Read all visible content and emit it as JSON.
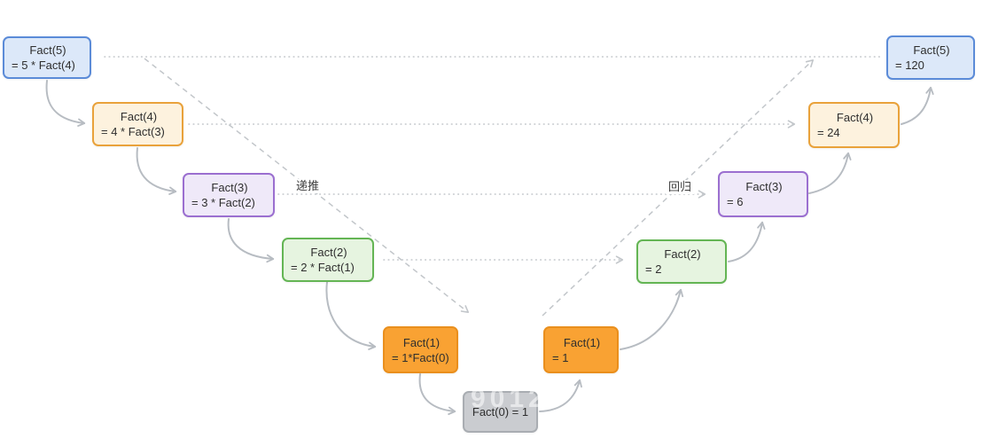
{
  "diagram": {
    "direction_labels": {
      "recurse": "递推",
      "return": "回归"
    },
    "watermark": "9012",
    "nodes": [
      {
        "id": "call-fact5",
        "line1": "Fact(5)",
        "line2": "= 5 * Fact(4)",
        "variant": "blue"
      },
      {
        "id": "call-fact4",
        "line1": "Fact(4)",
        "line2": "= 4 * Fact(3)",
        "variant": "orange-light"
      },
      {
        "id": "call-fact3",
        "line1": "Fact(3)",
        "line2": "= 3 * Fact(2)",
        "variant": "purple"
      },
      {
        "id": "call-fact2",
        "line1": "Fact(2)",
        "line2": "= 2 * Fact(1)",
        "variant": "green"
      },
      {
        "id": "call-fact1",
        "line1": "Fact(1)",
        "line2": "= 1*Fact(0)",
        "variant": "orange-solid"
      },
      {
        "id": "base-fact0",
        "line1": "Fact(0) = 1",
        "variant": "gray"
      },
      {
        "id": "return-fact1",
        "line1": "Fact(1)",
        "line2": "= 1",
        "variant": "orange-solid"
      },
      {
        "id": "return-fact2",
        "line1": "Fact(2)",
        "line2": "= 2",
        "variant": "green"
      },
      {
        "id": "return-fact3",
        "line1": "Fact(3)",
        "line2": "= 6",
        "variant": "purple"
      },
      {
        "id": "return-fact4",
        "line1": "Fact(4)",
        "line2": "= 24",
        "variant": "orange-light"
      },
      {
        "id": "return-fact5",
        "line1": "Fact(5)",
        "line2": "= 120",
        "variant": "blue"
      }
    ],
    "colors": {
      "blue_fill": "#dce8f9",
      "blue_border": "#5b8bd8",
      "orange_light_fill": "#fdf2de",
      "orange_light_border": "#e9a23b",
      "purple_fill": "#efe9f9",
      "purple_border": "#9b6fd0",
      "green_fill": "#e6f4e0",
      "green_border": "#64b554",
      "orange_solid_fill": "#f9a233",
      "orange_solid_border": "#ea8f1d",
      "gray_fill": "#caccd0",
      "gray_border": "#a9adb2",
      "connector_gray": "#b7bcc2",
      "text": "#2e2e2e"
    }
  }
}
